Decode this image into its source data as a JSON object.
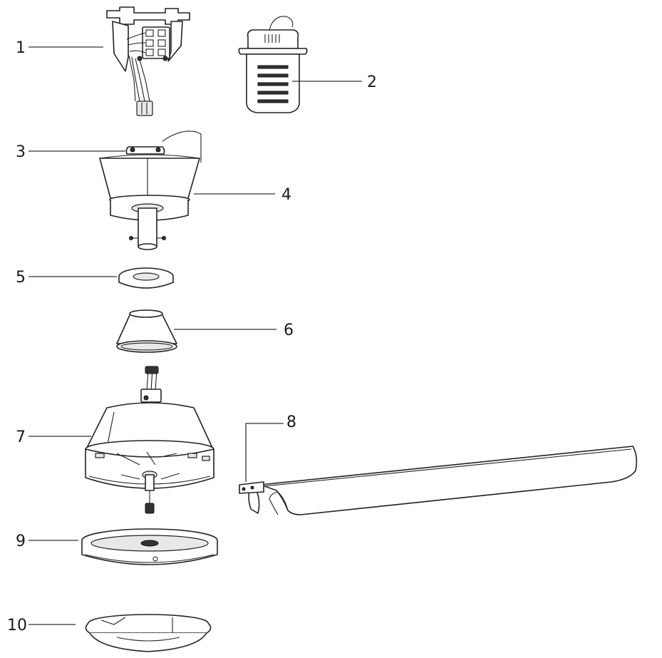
{
  "callouts": [
    {
      "id": 1,
      "label": "1"
    },
    {
      "id": 2,
      "label": "2"
    },
    {
      "id": 3,
      "label": "3"
    },
    {
      "id": 4,
      "label": "4"
    },
    {
      "id": 5,
      "label": "5"
    },
    {
      "id": 6,
      "label": "6"
    },
    {
      "id": 7,
      "label": "7"
    },
    {
      "id": 8,
      "label": "8"
    },
    {
      "id": 9,
      "label": "9"
    },
    {
      "id": 10,
      "label": "10"
    }
  ],
  "colors": {
    "line": "#222222",
    "background": "#ffffff"
  }
}
